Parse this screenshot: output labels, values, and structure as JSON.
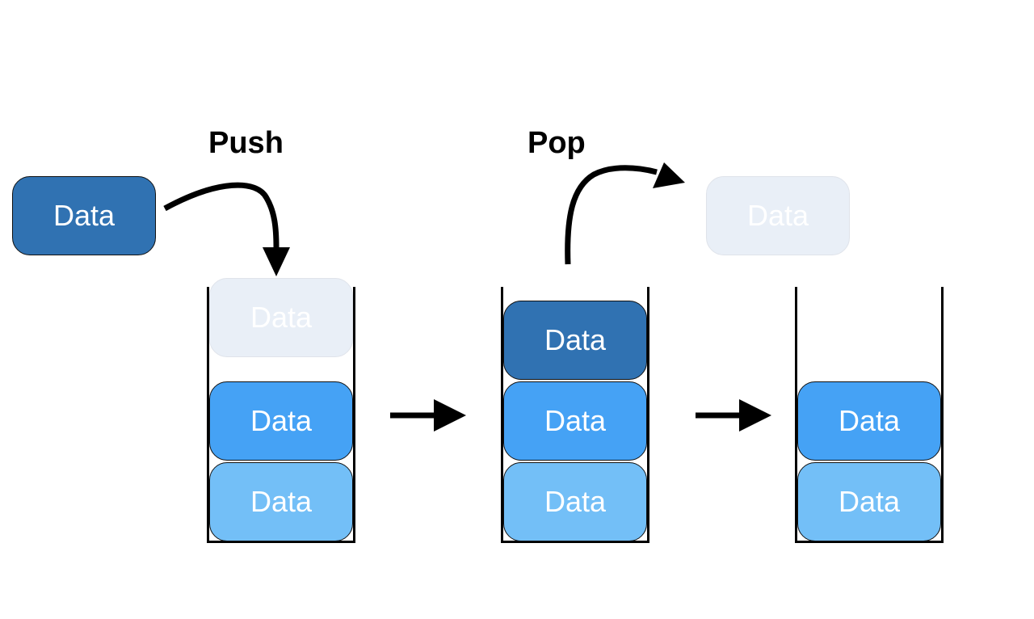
{
  "labels": {
    "push": "Push",
    "pop": "Pop"
  },
  "blocks": {
    "incoming": "Data",
    "stack1_ghost": "Data",
    "stack1_middle": "Data",
    "stack1_bottom": "Data",
    "stack2_top": "Data",
    "stack2_middle": "Data",
    "stack2_bottom": "Data",
    "popped_ghost": "Data",
    "stack3_top": "Data",
    "stack3_bottom": "Data"
  },
  "colors": {
    "dark_blue": "#3072b2",
    "medium_blue": "#45a2f5",
    "light_blue": "#73bff7",
    "ghost": "#e9eff7",
    "outline": "#111111"
  }
}
